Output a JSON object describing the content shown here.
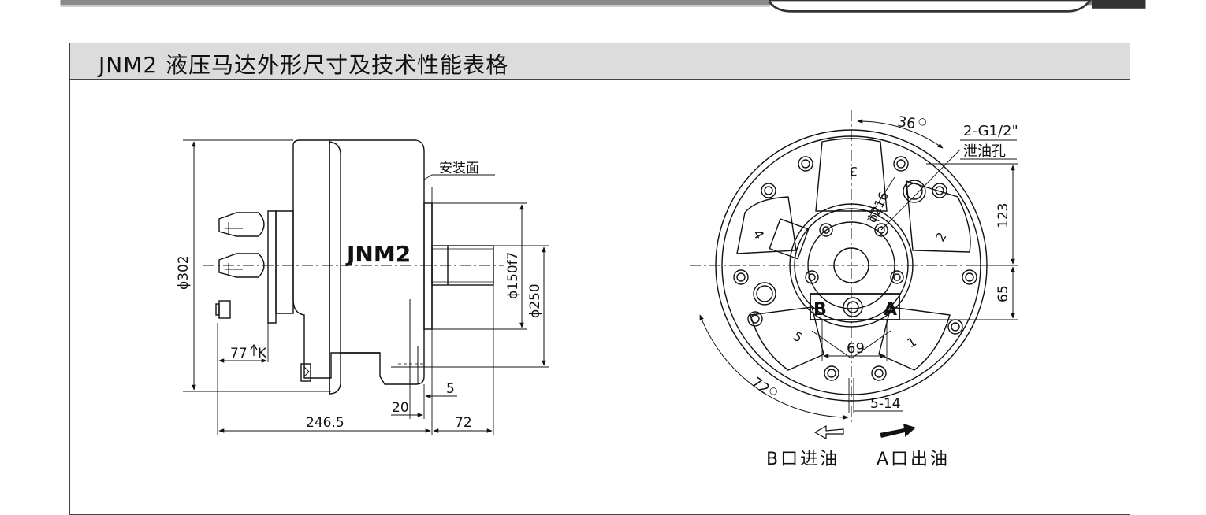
{
  "header": {
    "title": "JNM2 液压马达外形尺寸及技术性能表格"
  },
  "side_view": {
    "model_label": "JNM2",
    "mount_face_label": "安装面",
    "dims": {
      "dia_302": "ϕ302",
      "dia_150f7": "ϕ150f7",
      "dia_250": "ϕ250",
      "len_77": "77",
      "k_mark": "K",
      "len_246_5": "246.5",
      "len_20": "20",
      "len_5": "5",
      "len_72": "72"
    }
  },
  "front_view": {
    "angle_36": "36",
    "angle_72": "72",
    "drain_spec": "2-G1/2\"",
    "drain_label": "泄油孔",
    "dia_216": "ϕ216",
    "dim_123": "123",
    "dim_65": "65",
    "dim_69": "69",
    "dim_5_14": "5-14",
    "port_a": "A",
    "port_b": "B",
    "section_1": "1",
    "section_2": "2",
    "section_3": "3",
    "section_4": "4",
    "section_5": "5"
  },
  "legend": {
    "b_in": "B口进油",
    "a_out": "A口出油"
  }
}
